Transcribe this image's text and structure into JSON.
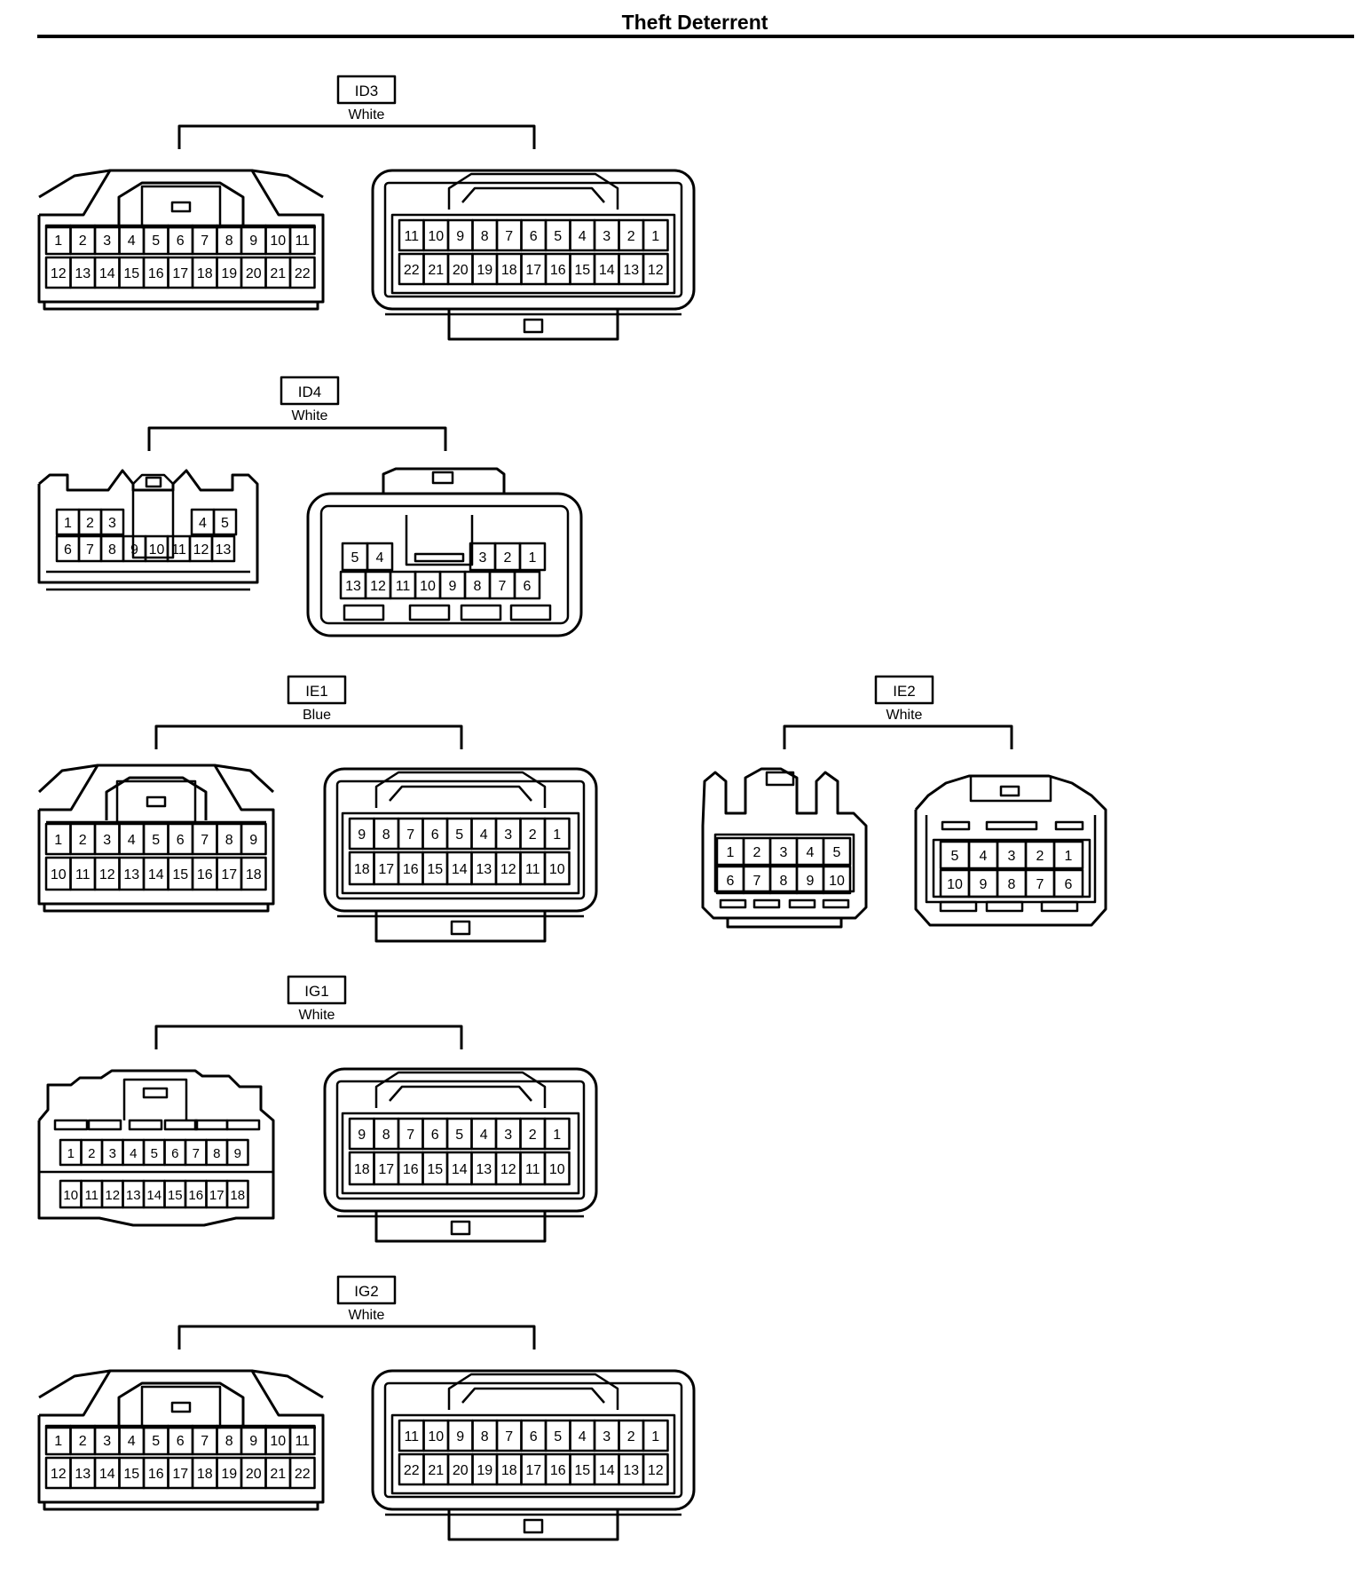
{
  "page": {
    "title": "Theft Deterrent"
  },
  "connectors": [
    {
      "id": "ID3",
      "color": "White",
      "male": {
        "rows": [
          [
            "1",
            "2",
            "3",
            "4",
            "5",
            "6",
            "7",
            "8",
            "9",
            "10",
            "11"
          ],
          [
            "12",
            "13",
            "14",
            "15",
            "16",
            "17",
            "18",
            "19",
            "20",
            "21",
            "22"
          ]
        ]
      },
      "female": {
        "rows": [
          [
            "11",
            "10",
            "9",
            "8",
            "7",
            "6",
            "5",
            "4",
            "3",
            "2",
            "1"
          ],
          [
            "22",
            "21",
            "20",
            "19",
            "18",
            "17",
            "16",
            "15",
            "14",
            "13",
            "12"
          ]
        ]
      }
    },
    {
      "id": "ID4",
      "color": "White",
      "male": {
        "rows": [
          [
            "1",
            "2",
            "3",
            "4",
            "5"
          ],
          [
            "6",
            "7",
            "8",
            "9",
            "10",
            "11",
            "12",
            "13"
          ]
        ]
      },
      "female": {
        "rows": [
          [
            "5",
            "4",
            "3",
            "2",
            "1"
          ],
          [
            "13",
            "12",
            "11",
            "10",
            "9",
            "8",
            "7",
            "6"
          ]
        ]
      }
    },
    {
      "id": "IE1",
      "color": "Blue",
      "male": {
        "rows": [
          [
            "1",
            "2",
            "3",
            "4",
            "5",
            "6",
            "7",
            "8",
            "9"
          ],
          [
            "10",
            "11",
            "12",
            "13",
            "14",
            "15",
            "16",
            "17",
            "18"
          ]
        ]
      },
      "female": {
        "rows": [
          [
            "9",
            "8",
            "7",
            "6",
            "5",
            "4",
            "3",
            "2",
            "1"
          ],
          [
            "18",
            "17",
            "16",
            "15",
            "14",
            "13",
            "12",
            "11",
            "10"
          ]
        ]
      }
    },
    {
      "id": "IE2",
      "color": "White",
      "male": {
        "rows": [
          [
            "1",
            "2",
            "3",
            "4",
            "5"
          ],
          [
            "6",
            "7",
            "8",
            "9",
            "10"
          ]
        ]
      },
      "female": {
        "rows": [
          [
            "5",
            "4",
            "3",
            "2",
            "1"
          ],
          [
            "10",
            "9",
            "8",
            "7",
            "6"
          ]
        ]
      }
    },
    {
      "id": "IG1",
      "color": "White",
      "male": {
        "rows": [
          [
            "1",
            "2",
            "3",
            "4",
            "5",
            "6",
            "7",
            "8",
            "9"
          ],
          [
            "10",
            "11",
            "12",
            "13",
            "14",
            "15",
            "16",
            "17",
            "18"
          ]
        ]
      },
      "female": {
        "rows": [
          [
            "9",
            "8",
            "7",
            "6",
            "5",
            "4",
            "3",
            "2",
            "1"
          ],
          [
            "18",
            "17",
            "16",
            "15",
            "14",
            "13",
            "12",
            "11",
            "10"
          ]
        ]
      }
    },
    {
      "id": "IG2",
      "color": "White",
      "male": {
        "rows": [
          [
            "1",
            "2",
            "3",
            "4",
            "5",
            "6",
            "7",
            "8",
            "9",
            "10",
            "11"
          ],
          [
            "12",
            "13",
            "14",
            "15",
            "16",
            "17",
            "18",
            "19",
            "20",
            "21",
            "22"
          ]
        ]
      },
      "female": {
        "rows": [
          [
            "11",
            "10",
            "9",
            "8",
            "7",
            "6",
            "5",
            "4",
            "3",
            "2",
            "1"
          ],
          [
            "22",
            "21",
            "20",
            "19",
            "18",
            "17",
            "16",
            "15",
            "14",
            "13",
            "12"
          ]
        ]
      }
    }
  ]
}
